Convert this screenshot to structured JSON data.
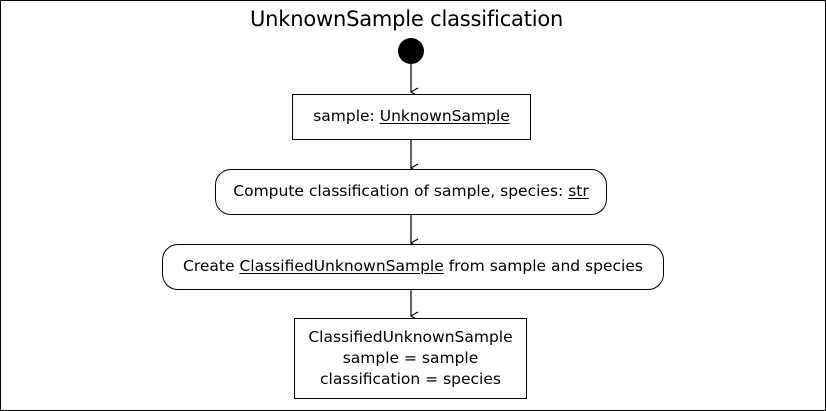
{
  "title": "UnknownSample classification",
  "nodes": {
    "input_object": {
      "prefix": "sample: ",
      "type": "UnknownSample"
    },
    "compute_action": {
      "prefix": "Compute classification of sample, species: ",
      "type": "str"
    },
    "create_action": {
      "prefix": "Create ",
      "type": "ClassifiedUnknownSample",
      "suffix": " from sample and species"
    },
    "output_object": {
      "lines": [
        "ClassifiedUnknownSample",
        "sample = sample",
        "classification = species"
      ]
    }
  },
  "colors": {
    "stroke": "#000000",
    "fill": "#ffffff",
    "initial_node": "#000000"
  }
}
